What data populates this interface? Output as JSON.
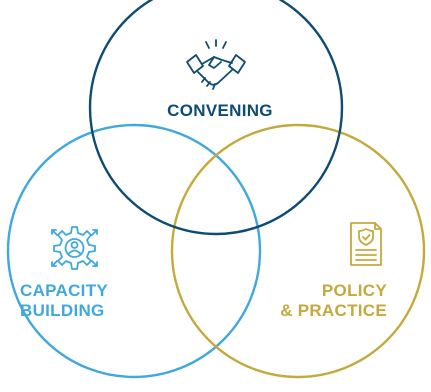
{
  "colors": {
    "convening": "#0f4c73",
    "capacity": "#40a8dc",
    "policy": "#c4aa3c",
    "background": "#ffffff"
  },
  "circles": {
    "convening": {
      "icon": "handshake-icon",
      "label": "CONVENING"
    },
    "capacity": {
      "icon": "gear-person-icon",
      "label_line1": "CAPACITY",
      "label_line2": "BUILDING"
    },
    "policy": {
      "icon": "policy-document-icon",
      "label_line1": "POLICY",
      "label_line2": "& PRACTICE"
    }
  }
}
